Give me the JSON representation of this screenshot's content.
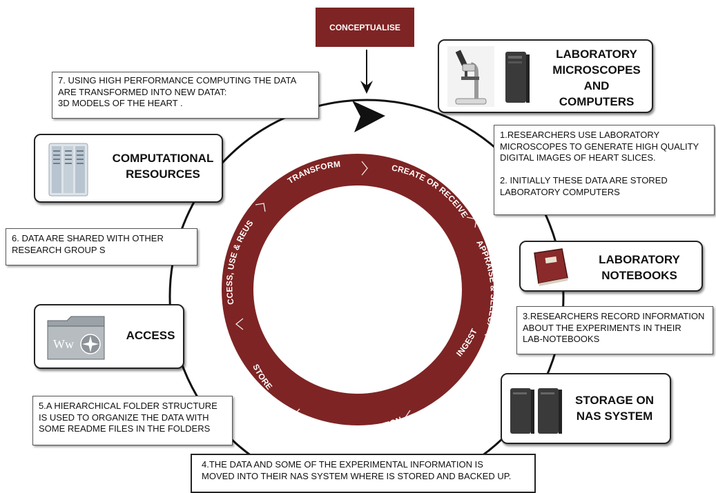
{
  "conceptualise": "CONCEPTUALISE",
  "cycle": {
    "stages": [
      "TRANSFORM",
      "CREATE OR RECEIVE",
      "APPRAISE & SELECT",
      "INGEST",
      "PRESERVATION ACTION",
      "STORE",
      "ACCESS, USE & REUSE"
    ],
    "ring_color": "#7e2424"
  },
  "boxes": {
    "lab_micro": {
      "lines": [
        "LABORATORY",
        "MICROSCOPES",
        "AND",
        "COMPUTERS"
      ]
    },
    "computational": {
      "lines": [
        "COMPUTATIONAL",
        "RESOURCES"
      ]
    },
    "notebooks": {
      "lines": [
        "LABORATORY",
        "NOTEBOOKS"
      ]
    },
    "access": {
      "lines": [
        "ACCESS"
      ]
    },
    "storage": {
      "lines": [
        "STORAGE  ON",
        "NAS SYSTEM"
      ]
    }
  },
  "notes": {
    "n7": [
      "7. USING HIGH PERFORMANCE COMPUTING THE  DATA",
      "ARE TRANSFORMED INTO NEW DATAT:",
      "3D MODELS OF THE HEART ."
    ],
    "n1": [
      "1.RESEARCHERS USE LABORATORY",
      "MICROSCOPES TO  GENERATE HIGH QUALITY",
      "DIGITAL IMAGES OF HEART SLICES.",
      "",
      "2. INITIALLY THESE DATA ARE STORED",
      "LABORATORY COMPUTERS"
    ],
    "n6": [
      "6. DATA ARE SHARED WITH OTHER",
      "RESEARCH GROUP S"
    ],
    "n3": [
      "3.RESEARCHERS RECORD INFORMATION",
      "ABOUT THE EXPERIMENTS IN THEIR",
      "LAB-NOTEBOOKS"
    ],
    "n5": [
      "5.A HIERARCHICAL FOLDER STRUCTURE",
      "IS USED TO ORGANIZE THE DATA WITH",
      "SOME README FILES IN THE FOLDERS"
    ],
    "n4": [
      "4.THE DATA AND SOME OF THE EXPERIMENTAL INFORMATION IS",
      "MOVED INTO THEIR NAS SYSTEM WHERE IS STORED AND BACKED UP."
    ]
  },
  "icons": {
    "lab_micro": [
      "microscope-icon",
      "computer-tower-icon"
    ],
    "computational": [
      "server-rack-icon"
    ],
    "notebooks": [
      "notebook-icon"
    ],
    "access": [
      "web-folder-icon"
    ],
    "storage": [
      "nas-server-icon"
    ]
  }
}
